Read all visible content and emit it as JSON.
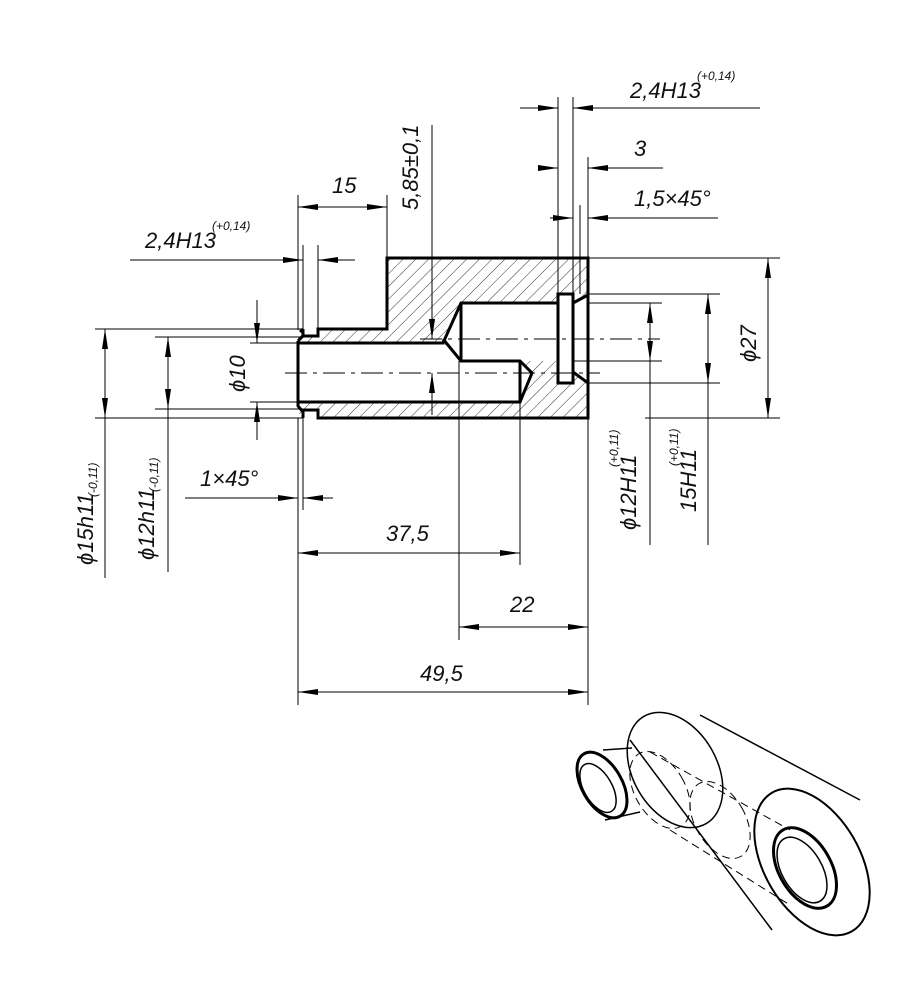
{
  "drawing": {
    "dimensions": {
      "groove_right_width": {
        "value": "2,4H13",
        "tolerance": "(+0,14)"
      },
      "groove_right_offset": "3",
      "chamfer_right": "1,5×45°",
      "shoulder_length": "15",
      "cone_depth": "5,85±0,1",
      "groove_left_width": {
        "value": "2,4H13",
        "tolerance": "(+0,14)"
      },
      "bore_diameter": "ϕ10",
      "neck_diameter": {
        "value": "ϕ15h11",
        "tolerance": "(-0,11)"
      },
      "groove_left_diameter": {
        "value": "ϕ12h11",
        "tolerance": "(-0,11)"
      },
      "chamfer_left": "1×45°",
      "bore_depth": "37,5",
      "counterbore_depth": "22",
      "total_length": "49,5",
      "counterbore_diameter": {
        "value": "ϕ12H11",
        "tolerance": "(+0,11)"
      },
      "groove_right_diameter": {
        "value": "15H11",
        "tolerance": "(+0,11)"
      },
      "outer_diameter": "ϕ27"
    }
  }
}
